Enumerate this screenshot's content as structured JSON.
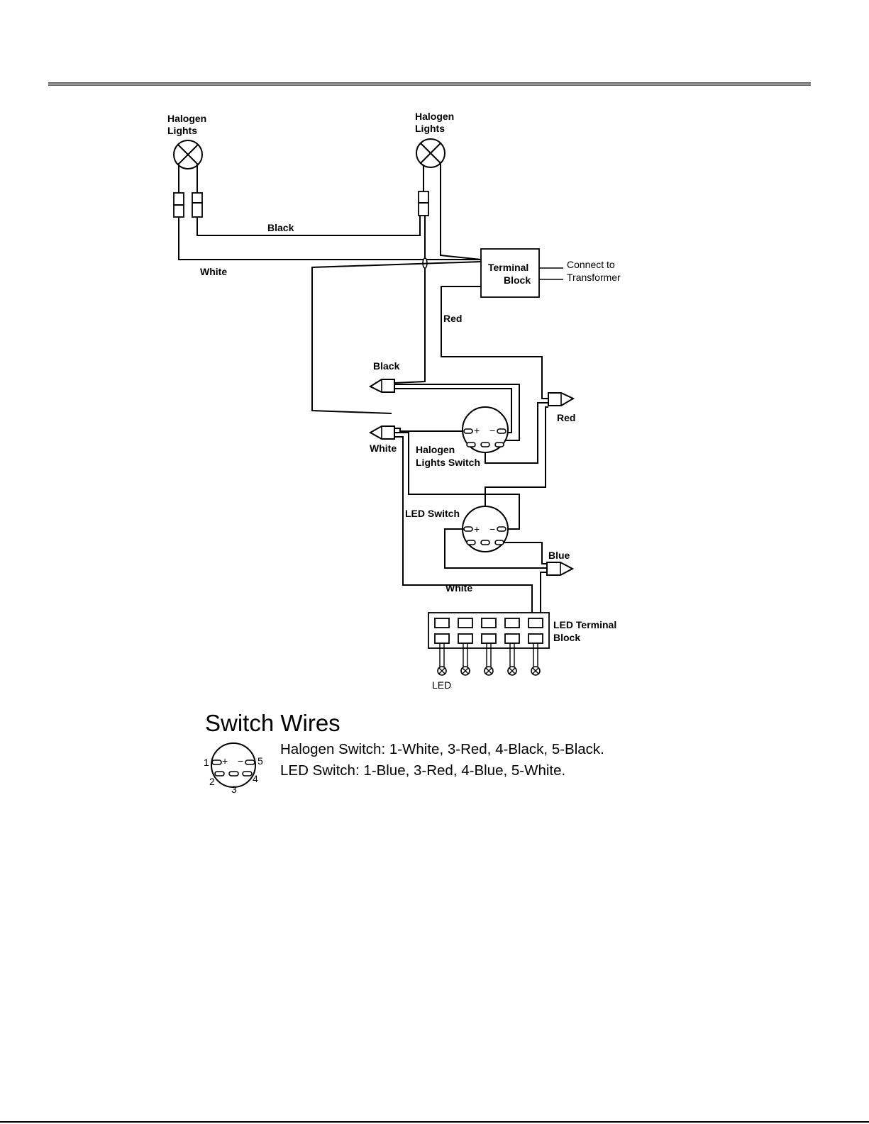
{
  "diagram": {
    "halogen_left_label": [
      "Halogen",
      "Lights"
    ],
    "halogen_right_label": [
      "Halogen",
      "Lights"
    ],
    "wire_black_top": "Black",
    "wire_white_top": "White",
    "terminal_block_label": [
      "Terminal",
      "Block"
    ],
    "connect_label": [
      "Connect to",
      "Transformer"
    ],
    "wire_red_label": "Red",
    "black_connector_label": "Black",
    "white_connector_label": "White",
    "red_connector_label": "Red",
    "halogen_switch_label": [
      "Halogen",
      "Lights Switch"
    ],
    "led_switch_label": "LED Switch",
    "blue_connector_label": "Blue",
    "wire_white_bottom": "White",
    "led_terminal_label": [
      "LED Terminal",
      "Block"
    ],
    "led_label": "LED",
    "switch_plus": "+",
    "switch_minus": "−"
  },
  "legend": {
    "title": "Switch Wires",
    "halogen_line": "Halogen Switch: 1-White, 3-Red, 4-Black, 5-Black.",
    "led_line": "LED Switch: 1-Blue, 3-Red, 4-Blue, 5-White.",
    "pins": [
      "1",
      "2",
      "3",
      "4",
      "5"
    ]
  }
}
